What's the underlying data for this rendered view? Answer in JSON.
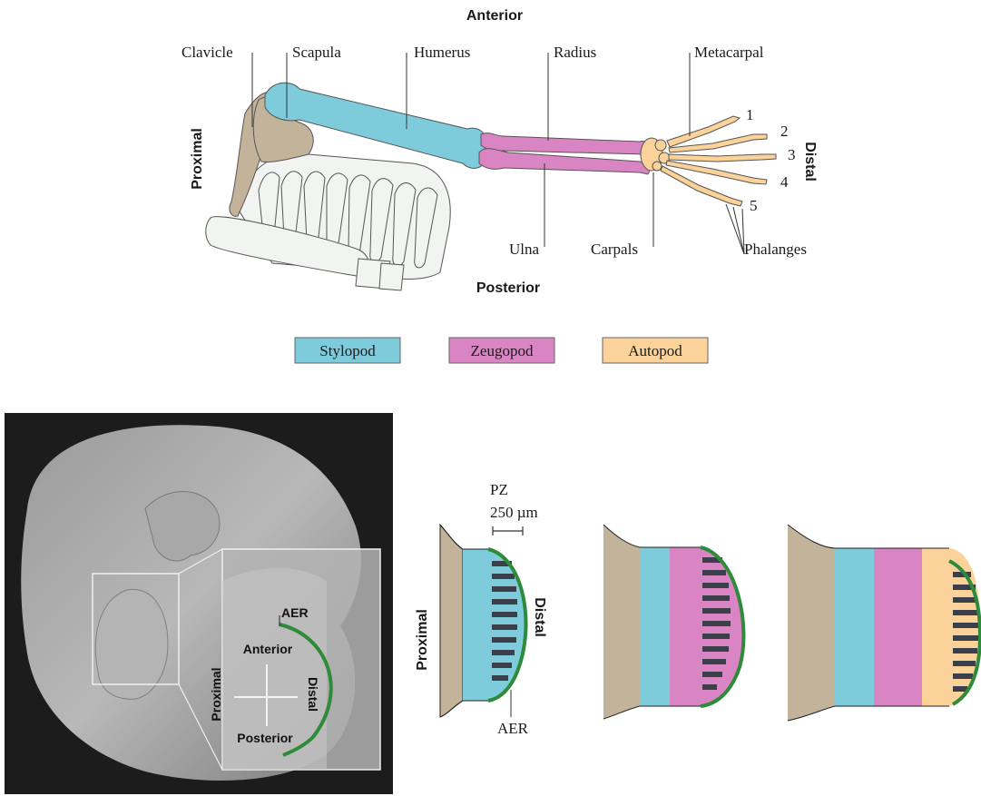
{
  "top": {
    "anterior": "Anterior",
    "posterior": "Posterior",
    "proximal": "Proximal",
    "distal": "Distal",
    "labels": {
      "clavicle": "Clavicle",
      "scapula": "Scapula",
      "humerus": "Humerus",
      "radius": "Radius",
      "metacarpal": "Metacarpal",
      "ulna": "Ulna",
      "carpals": "Carpals",
      "phalanges": "Phalanges"
    },
    "digits": [
      "1",
      "2",
      "3",
      "4",
      "5"
    ]
  },
  "legend": [
    {
      "label": "Stylopod",
      "color": "#7ecbdb"
    },
    {
      "label": "Zeugopod",
      "color": "#d985c4"
    },
    {
      "label": "Autopod",
      "color": "#fbd39a"
    }
  ],
  "embryo": {
    "aer": "AER",
    "anterior": "Anterior",
    "posterior": "Posterior",
    "proximal": "Proximal",
    "distal": "Distal"
  },
  "stages": {
    "pz": "PZ",
    "scale": "250 µm",
    "proximal": "Proximal",
    "distal": "Distal",
    "aer": "AER"
  },
  "colors": {
    "bone_proximal": "#c2b39a",
    "stylopod": "#7ecbdb",
    "zeugopod": "#d985c4",
    "autopod": "#fbd39a",
    "aer": "#2e8b3a",
    "stripes": "#3b3f4a"
  }
}
